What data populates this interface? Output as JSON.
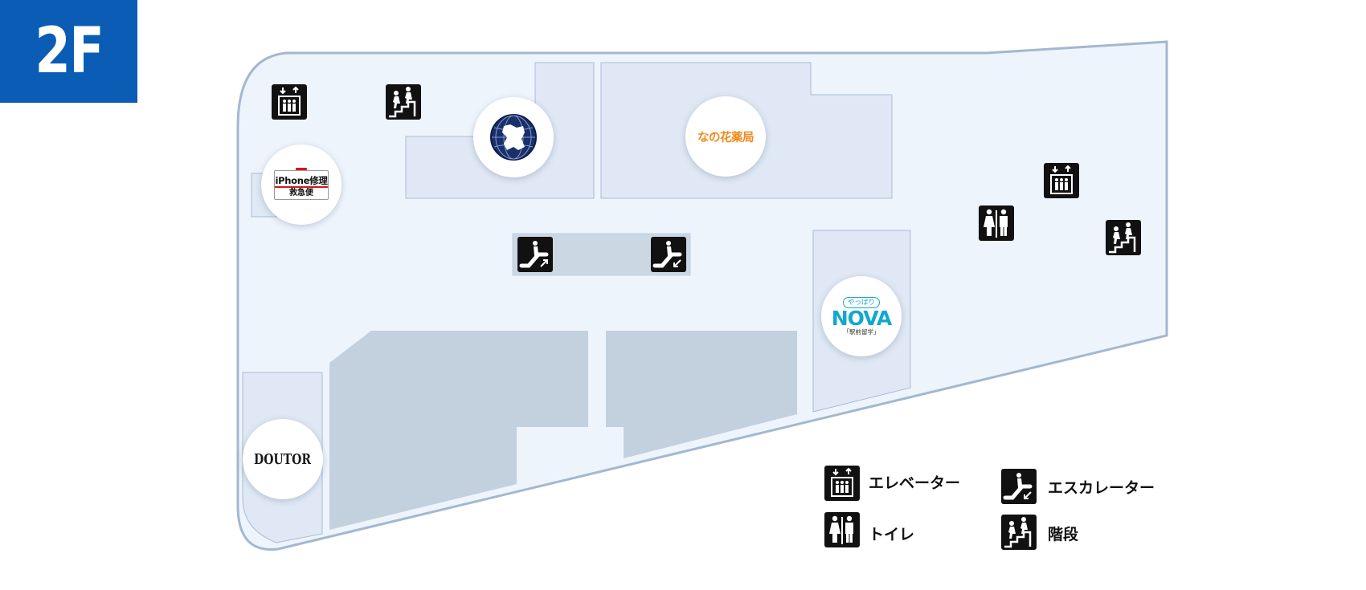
{
  "floor": {
    "label": "2F",
    "badge_color": "#0a5cb4"
  },
  "stores": {
    "iphone": {
      "line1": "iPhone修理",
      "line2": "救急便"
    },
    "globe_logo": {
      "icon": "globe-silhouette-logo-icon"
    },
    "nanohana": {
      "name": "なの花薬局",
      "color": "#f08a1c"
    },
    "nova": {
      "bubble": "やっぱり",
      "name": "NOVA",
      "sub": "「駅前留学」",
      "color": "#12a8ce"
    },
    "doutor": {
      "name": "DOUTOR"
    }
  },
  "legend": {
    "elevator": "エレベーター",
    "escalator": "エスカレーター",
    "toilet": "トイレ",
    "stairs": "階段"
  },
  "colors": {
    "floor_fill": "#eef4fc",
    "floor_outline": "#a3b8cf",
    "shop_fill": "#dfe8f4",
    "dark_block": "#c3d0de",
    "icon_bg": "#111111"
  }
}
